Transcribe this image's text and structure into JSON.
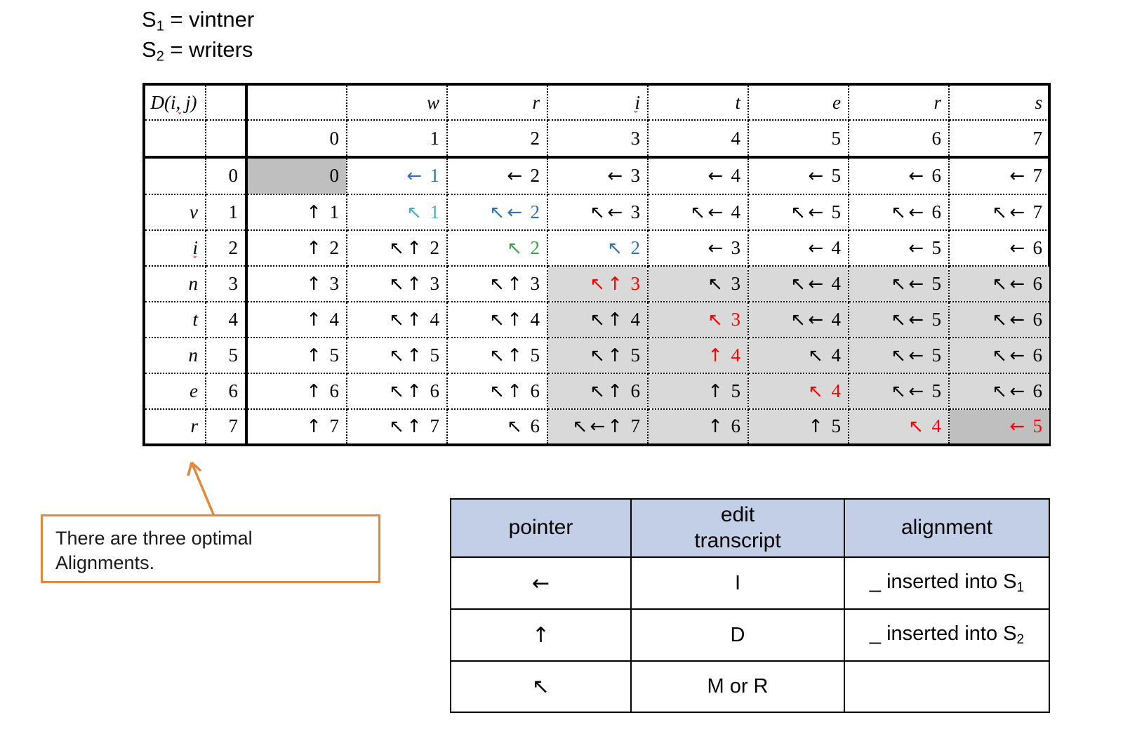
{
  "strings": {
    "s1_label": "S",
    "s1_sub": "1",
    "s1_text": " = vintner",
    "s2_label": "S",
    "s2_sub": "2",
    "s2_text": " = writers"
  },
  "colors": {
    "black": "#000000",
    "blue": "#2E74B5",
    "cyan": "#4BACC6",
    "green": "#44A04A",
    "red": "#FF0000",
    "shade_light": "#d9d9d9",
    "shade_dark": "#bfbfbf",
    "callout_border": "#E08A3C",
    "legend_header": "#C3CFE6"
  },
  "dp_table": {
    "corner_label": "D(i, j)",
    "col_letters": [
      "",
      "w",
      "r",
      "i",
      "t",
      "e",
      "r",
      "s"
    ],
    "col_indices": [
      "0",
      "1",
      "2",
      "3",
      "4",
      "5",
      "6",
      "7"
    ],
    "row_letters": [
      "",
      "v",
      "i",
      "n",
      "t",
      "n",
      "e",
      "r"
    ],
    "row_indices": [
      "0",
      "1",
      "2",
      "3",
      "4",
      "5",
      "6",
      "7"
    ],
    "rows": [
      {
        "letter": "",
        "index": "0",
        "cells": [
          {
            "ptr": "",
            "val": "0",
            "color": "black",
            "shade": "dark"
          },
          {
            "ptr": "←",
            "val": "1",
            "color": "blue",
            "shade": "none"
          },
          {
            "ptr": "←",
            "val": "2",
            "color": "black",
            "shade": "none"
          },
          {
            "ptr": "←",
            "val": "3",
            "color": "black",
            "shade": "none"
          },
          {
            "ptr": "←",
            "val": "4",
            "color": "black",
            "shade": "none"
          },
          {
            "ptr": "←",
            "val": "5",
            "color": "black",
            "shade": "none"
          },
          {
            "ptr": "←",
            "val": "6",
            "color": "black",
            "shade": "none"
          },
          {
            "ptr": "←",
            "val": "7",
            "color": "black",
            "shade": "none"
          }
        ]
      },
      {
        "letter": "v",
        "index": "1",
        "cells": [
          {
            "ptr": "↑",
            "val": "1",
            "color": "black",
            "shade": "none"
          },
          {
            "ptr": "↖",
            "val": "1",
            "color": "cyan",
            "shade": "none"
          },
          {
            "ptr": "↖←",
            "val": "2",
            "color": "blue",
            "shade": "none"
          },
          {
            "ptr": "↖←",
            "val": "3",
            "color": "black",
            "shade": "none"
          },
          {
            "ptr": "↖←",
            "val": "4",
            "color": "black",
            "shade": "none"
          },
          {
            "ptr": "↖←",
            "val": "5",
            "color": "black",
            "shade": "none"
          },
          {
            "ptr": "↖←",
            "val": "6",
            "color": "black",
            "shade": "none"
          },
          {
            "ptr": "↖←",
            "val": "7",
            "color": "black",
            "shade": "none"
          }
        ]
      },
      {
        "letter": "i",
        "index": "2",
        "cells": [
          {
            "ptr": "↑",
            "val": "2",
            "color": "black",
            "shade": "none"
          },
          {
            "ptr": "↖↑",
            "val": "2",
            "color": "black",
            "shade": "none"
          },
          {
            "ptr": "↖",
            "val": "2",
            "color": "green",
            "shade": "none"
          },
          {
            "ptr": "↖",
            "val": "2",
            "color": "blue",
            "shade": "none"
          },
          {
            "ptr": "←",
            "val": "3",
            "color": "black",
            "shade": "none"
          },
          {
            "ptr": "←",
            "val": "4",
            "color": "black",
            "shade": "none"
          },
          {
            "ptr": "←",
            "val": "5",
            "color": "black",
            "shade": "none"
          },
          {
            "ptr": "←",
            "val": "6",
            "color": "black",
            "shade": "none"
          }
        ]
      },
      {
        "letter": "n",
        "index": "3",
        "cells": [
          {
            "ptr": "↑",
            "val": "3",
            "color": "black",
            "shade": "none"
          },
          {
            "ptr": "↖↑",
            "val": "3",
            "color": "black",
            "shade": "none"
          },
          {
            "ptr": "↖↑",
            "val": "3",
            "color": "black",
            "shade": "none"
          },
          {
            "ptr": "↖↑",
            "val": "3",
            "color": "red",
            "shade": "light"
          },
          {
            "ptr": "↖",
            "val": "3",
            "color": "black",
            "shade": "light"
          },
          {
            "ptr": "↖←",
            "val": "4",
            "color": "black",
            "shade": "light"
          },
          {
            "ptr": "↖←",
            "val": "5",
            "color": "black",
            "shade": "light"
          },
          {
            "ptr": "↖←",
            "val": "6",
            "color": "black",
            "shade": "light"
          }
        ]
      },
      {
        "letter": "t",
        "index": "4",
        "cells": [
          {
            "ptr": "↑",
            "val": "4",
            "color": "black",
            "shade": "none"
          },
          {
            "ptr": "↖↑",
            "val": "4",
            "color": "black",
            "shade": "none"
          },
          {
            "ptr": "↖↑",
            "val": "4",
            "color": "black",
            "shade": "none"
          },
          {
            "ptr": "↖↑",
            "val": "4",
            "color": "black",
            "shade": "light"
          },
          {
            "ptr": "↖",
            "val": "3",
            "color": "red",
            "shade": "light"
          },
          {
            "ptr": "↖←",
            "val": "4",
            "color": "black",
            "shade": "light"
          },
          {
            "ptr": "↖←",
            "val": "5",
            "color": "black",
            "shade": "light"
          },
          {
            "ptr": "↖←",
            "val": "6",
            "color": "black",
            "shade": "light"
          }
        ]
      },
      {
        "letter": "n",
        "index": "5",
        "cells": [
          {
            "ptr": "↑",
            "val": "5",
            "color": "black",
            "shade": "none"
          },
          {
            "ptr": "↖↑",
            "val": "5",
            "color": "black",
            "shade": "none"
          },
          {
            "ptr": "↖↑",
            "val": "5",
            "color": "black",
            "shade": "none"
          },
          {
            "ptr": "↖↑",
            "val": "5",
            "color": "black",
            "shade": "light"
          },
          {
            "ptr": "↑",
            "val": "4",
            "color": "red",
            "shade": "light"
          },
          {
            "ptr": "↖",
            "val": "4",
            "color": "black",
            "shade": "light"
          },
          {
            "ptr": "↖←",
            "val": "5",
            "color": "black",
            "shade": "light"
          },
          {
            "ptr": "↖←",
            "val": "6",
            "color": "black",
            "shade": "light"
          }
        ]
      },
      {
        "letter": "e",
        "index": "6",
        "cells": [
          {
            "ptr": "↑",
            "val": "6",
            "color": "black",
            "shade": "none"
          },
          {
            "ptr": "↖↑",
            "val": "6",
            "color": "black",
            "shade": "none"
          },
          {
            "ptr": "↖↑",
            "val": "6",
            "color": "black",
            "shade": "none"
          },
          {
            "ptr": "↖↑",
            "val": "6",
            "color": "black",
            "shade": "light"
          },
          {
            "ptr": "↑",
            "val": "5",
            "color": "black",
            "shade": "light"
          },
          {
            "ptr": "↖",
            "val": "4",
            "color": "red",
            "shade": "light"
          },
          {
            "ptr": "↖←",
            "val": "5",
            "color": "black",
            "shade": "light"
          },
          {
            "ptr": "↖←",
            "val": "6",
            "color": "black",
            "shade": "light"
          }
        ]
      },
      {
        "letter": "r",
        "index": "7",
        "cells": [
          {
            "ptr": "↑",
            "val": "7",
            "color": "black",
            "shade": "none"
          },
          {
            "ptr": "↖↑",
            "val": "7",
            "color": "black",
            "shade": "none"
          },
          {
            "ptr": "↖",
            "val": "6",
            "color": "black",
            "shade": "none"
          },
          {
            "ptr": "↖←↑",
            "val": "7",
            "color": "black",
            "shade": "light"
          },
          {
            "ptr": "↑",
            "val": "6",
            "color": "black",
            "shade": "light"
          },
          {
            "ptr": "↑",
            "val": "5",
            "color": "black",
            "shade": "light"
          },
          {
            "ptr": "↖",
            "val": "4",
            "color": "red",
            "shade": "light"
          },
          {
            "ptr": "←",
            "val": "5",
            "color": "red",
            "shade": "dark"
          }
        ]
      }
    ]
  },
  "callout": {
    "line1": "There are three optimal",
    "line2": "Alignments."
  },
  "legend": {
    "headers": [
      "pointer",
      "edit transcript",
      "alignment"
    ],
    "header_edit_line1": "edit",
    "header_edit_line2": "transcript",
    "rows": [
      {
        "pointer": "←",
        "transcript": "I",
        "alignment_text": "_ inserted into S",
        "alignment_sub": "1"
      },
      {
        "pointer": "↑",
        "transcript": "D",
        "alignment_text": "_ inserted into S",
        "alignment_sub": "2"
      },
      {
        "pointer": "↖",
        "transcript": "M or R",
        "alignment_text": "",
        "alignment_sub": ""
      }
    ]
  }
}
